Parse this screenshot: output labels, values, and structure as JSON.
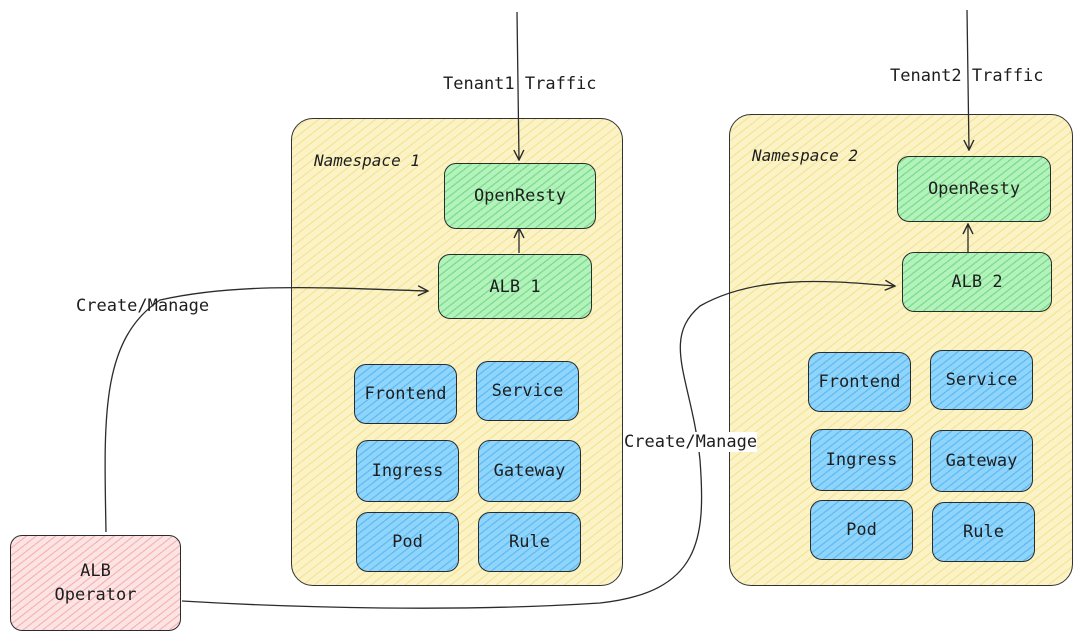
{
  "traffic": [
    "Tenant1 Traffic",
    "Tenant2 Traffic"
  ],
  "namespaces": [
    {
      "label": "Namespace 1",
      "openresty": "OpenResty",
      "alb": "ALB 1",
      "resources": [
        "Frontend",
        "Service",
        "Ingress",
        "Gateway",
        "Pod",
        "Rule"
      ]
    },
    {
      "label": "Namespace 2",
      "openresty": "OpenResty",
      "alb": "ALB 2",
      "resources": [
        "Frontend",
        "Service",
        "Ingress",
        "Gateway",
        "Pod",
        "Rule"
      ]
    }
  ],
  "operator": {
    "line1": "ALB",
    "line2": "Operator"
  },
  "edges": [
    "Create/Manage",
    "Create/Manage"
  ],
  "colors": {
    "namespace_fill": "#fbf3c6",
    "gateway_fill": "#b2f2bb",
    "resource_fill": "#8fd4fb",
    "operator_fill": "#fde4e4",
    "stroke": "#2b2b2b"
  }
}
